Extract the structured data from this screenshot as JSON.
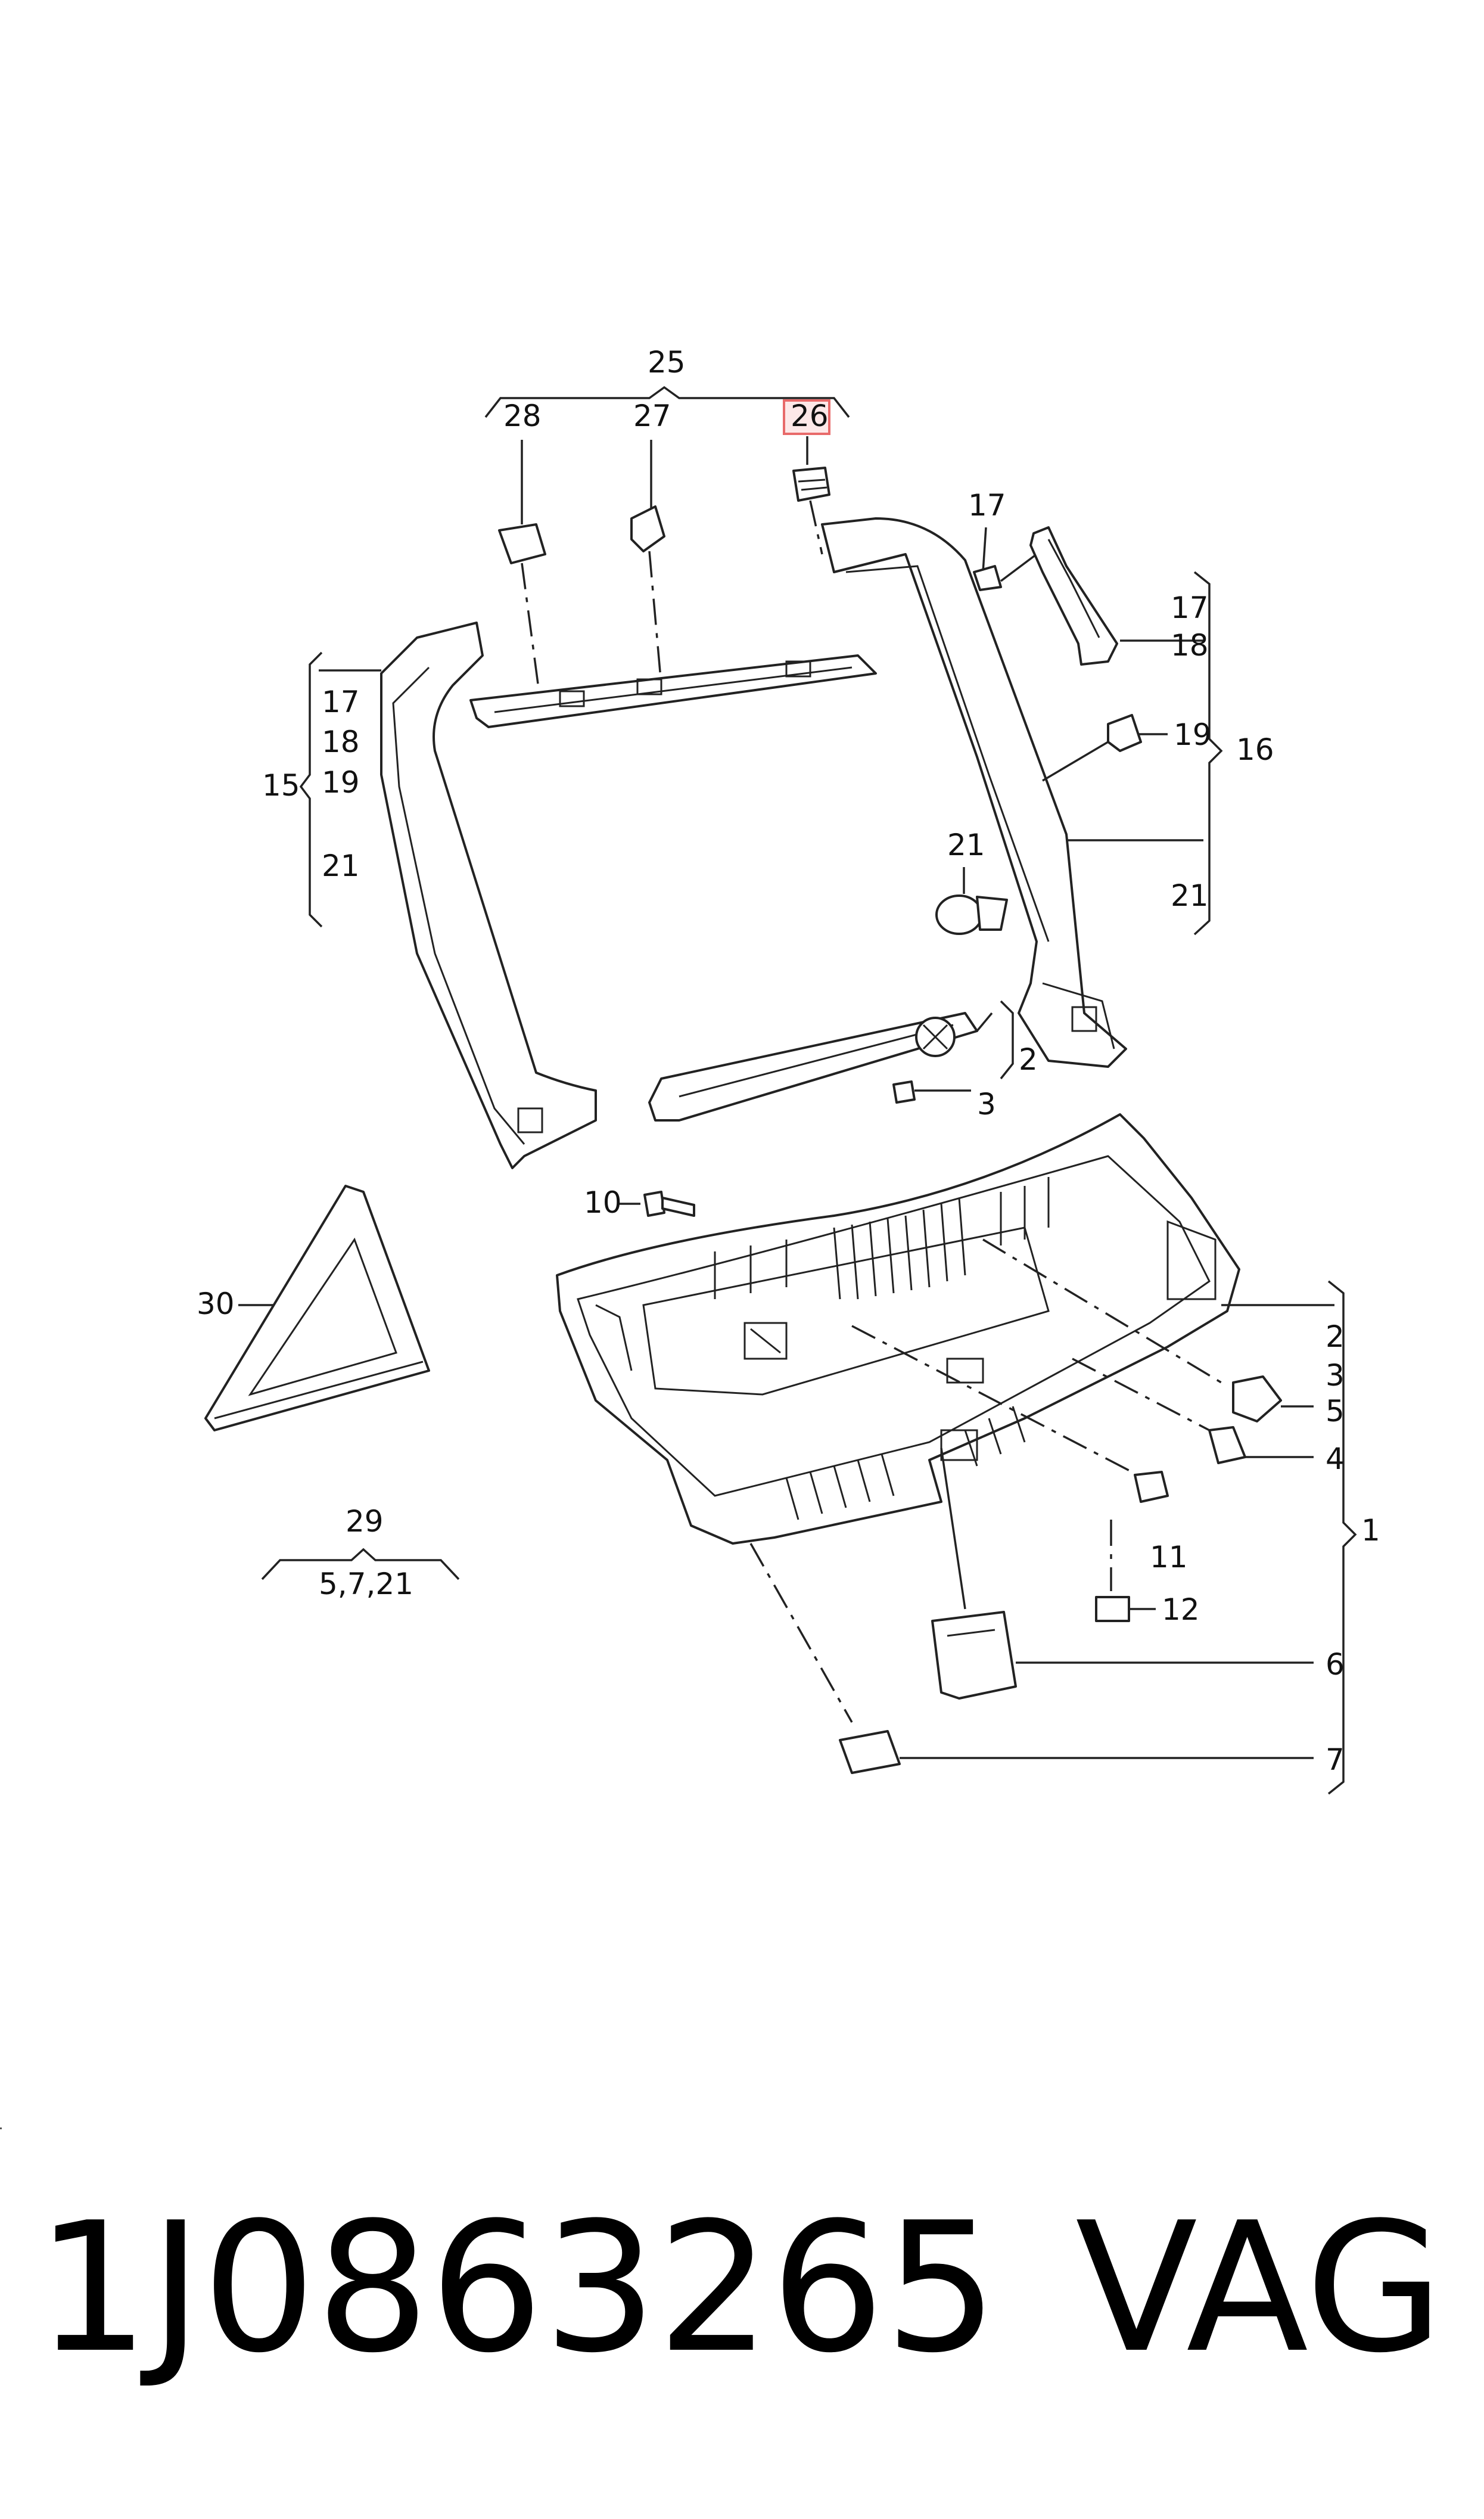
{
  "diagram": {
    "callouts": {
      "c25": "25",
      "c28": "28",
      "c27": "27",
      "c26": "26",
      "c17a": "17",
      "c17b": "17",
      "c18b": "18",
      "c19b": "19",
      "c16": "16",
      "c21b": "21",
      "c21c": "21",
      "c17c": "17",
      "c18c": "18",
      "c15": "15",
      "c19c": "19",
      "c21d": "21",
      "c2a": "2",
      "c3a": "3",
      "c10": "10",
      "c30": "30",
      "c2b": "2",
      "c3b": "3",
      "c5": "5",
      "c4": "4",
      "c1": "1",
      "c11": "11",
      "c12": "12",
      "c6": "6",
      "c7": "7",
      "c29": "29",
      "c29sub": "5,7,21"
    },
    "highlighted_callout": "26",
    "highlight_color": "#e86a6a",
    "highlight_fill": "#fde8e8"
  },
  "footer": {
    "part_number": "1J0863265",
    "brand": "VAG"
  }
}
